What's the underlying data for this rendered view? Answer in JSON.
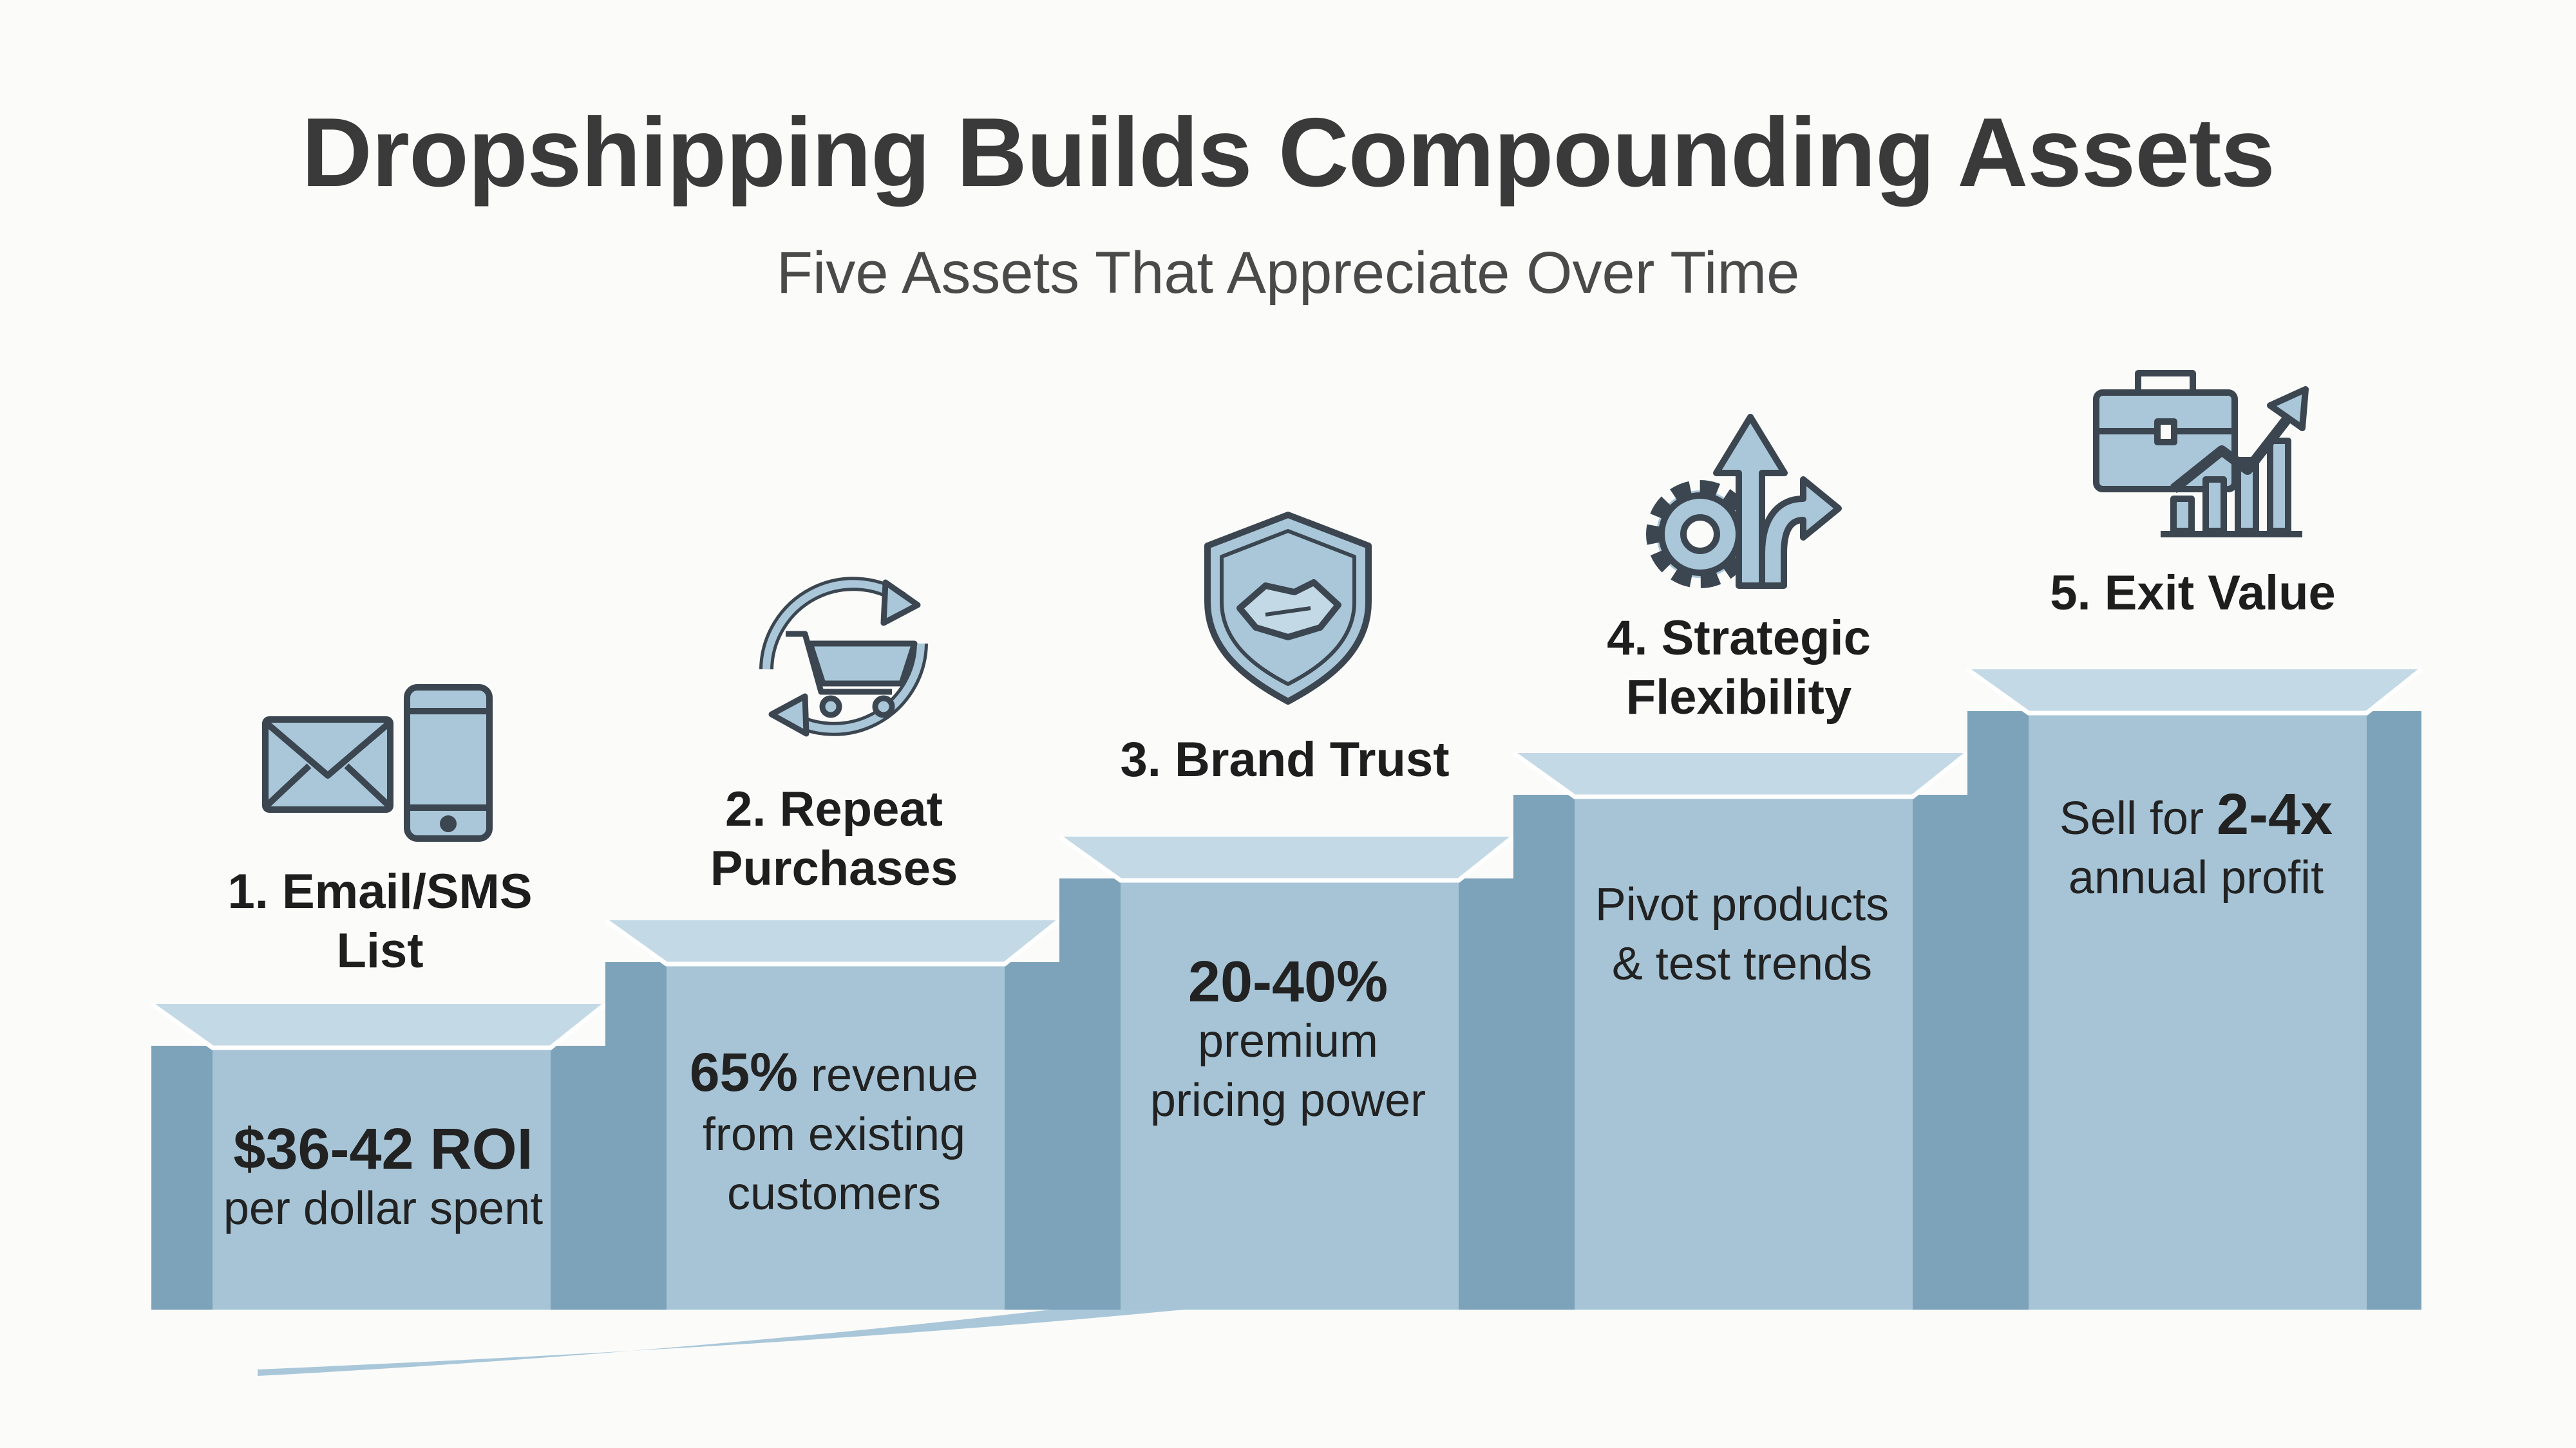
{
  "title": "Dropshipping Builds Compounding Assets",
  "subtitle": "Five Assets That Appreciate Over Time",
  "colors": {
    "box_front": "#a6c4d6",
    "box_top": "#c4d9e6",
    "box_side": "#7da3bb",
    "box_top_edge": "#ffffff",
    "arrow": "#a9c7d9",
    "icon_fill": "#a9c7d9",
    "icon_stroke": "#3b4650"
  },
  "steps": [
    {
      "label": "1. Email/SMS List",
      "label_lines": [
        "1. Email/SMS",
        "List"
      ],
      "icons": [
        "envelope-icon",
        "smartphone-icon"
      ],
      "stat_bold": "$36-42 ROI",
      "stat_rest": "per dollar spent"
    },
    {
      "label": "2. Repeat Purchases",
      "label_lines": [
        "2. Repeat",
        "Purchases"
      ],
      "icons": [
        "cart-cycle-icon"
      ],
      "stat_bold": "65%",
      "stat_rest_1": "revenue",
      "stat_rest_2": "from existing",
      "stat_rest_3": "customers"
    },
    {
      "label": "3. Brand Trust",
      "label_lines": [
        "3. Brand Trust"
      ],
      "icons": [
        "shield-handshake-icon"
      ],
      "stat_bold": "20-40%",
      "stat_rest_1": "premium",
      "stat_rest_2": "pricing power"
    },
    {
      "label": "4. Strategic Flexibility",
      "label_lines": [
        "4. Strategic",
        "Flexibility"
      ],
      "icons": [
        "gear-arrows-icon"
      ],
      "stat_rest_1": "Pivot products",
      "stat_rest_2": "& test trends"
    },
    {
      "label": "5. Exit Value",
      "label_lines": [
        "5. Exit Value"
      ],
      "icons": [
        "briefcase-growth-icon"
      ],
      "stat_pre": "Sell for",
      "stat_bold": "2-4x",
      "stat_rest_2": "annual profit"
    }
  ]
}
